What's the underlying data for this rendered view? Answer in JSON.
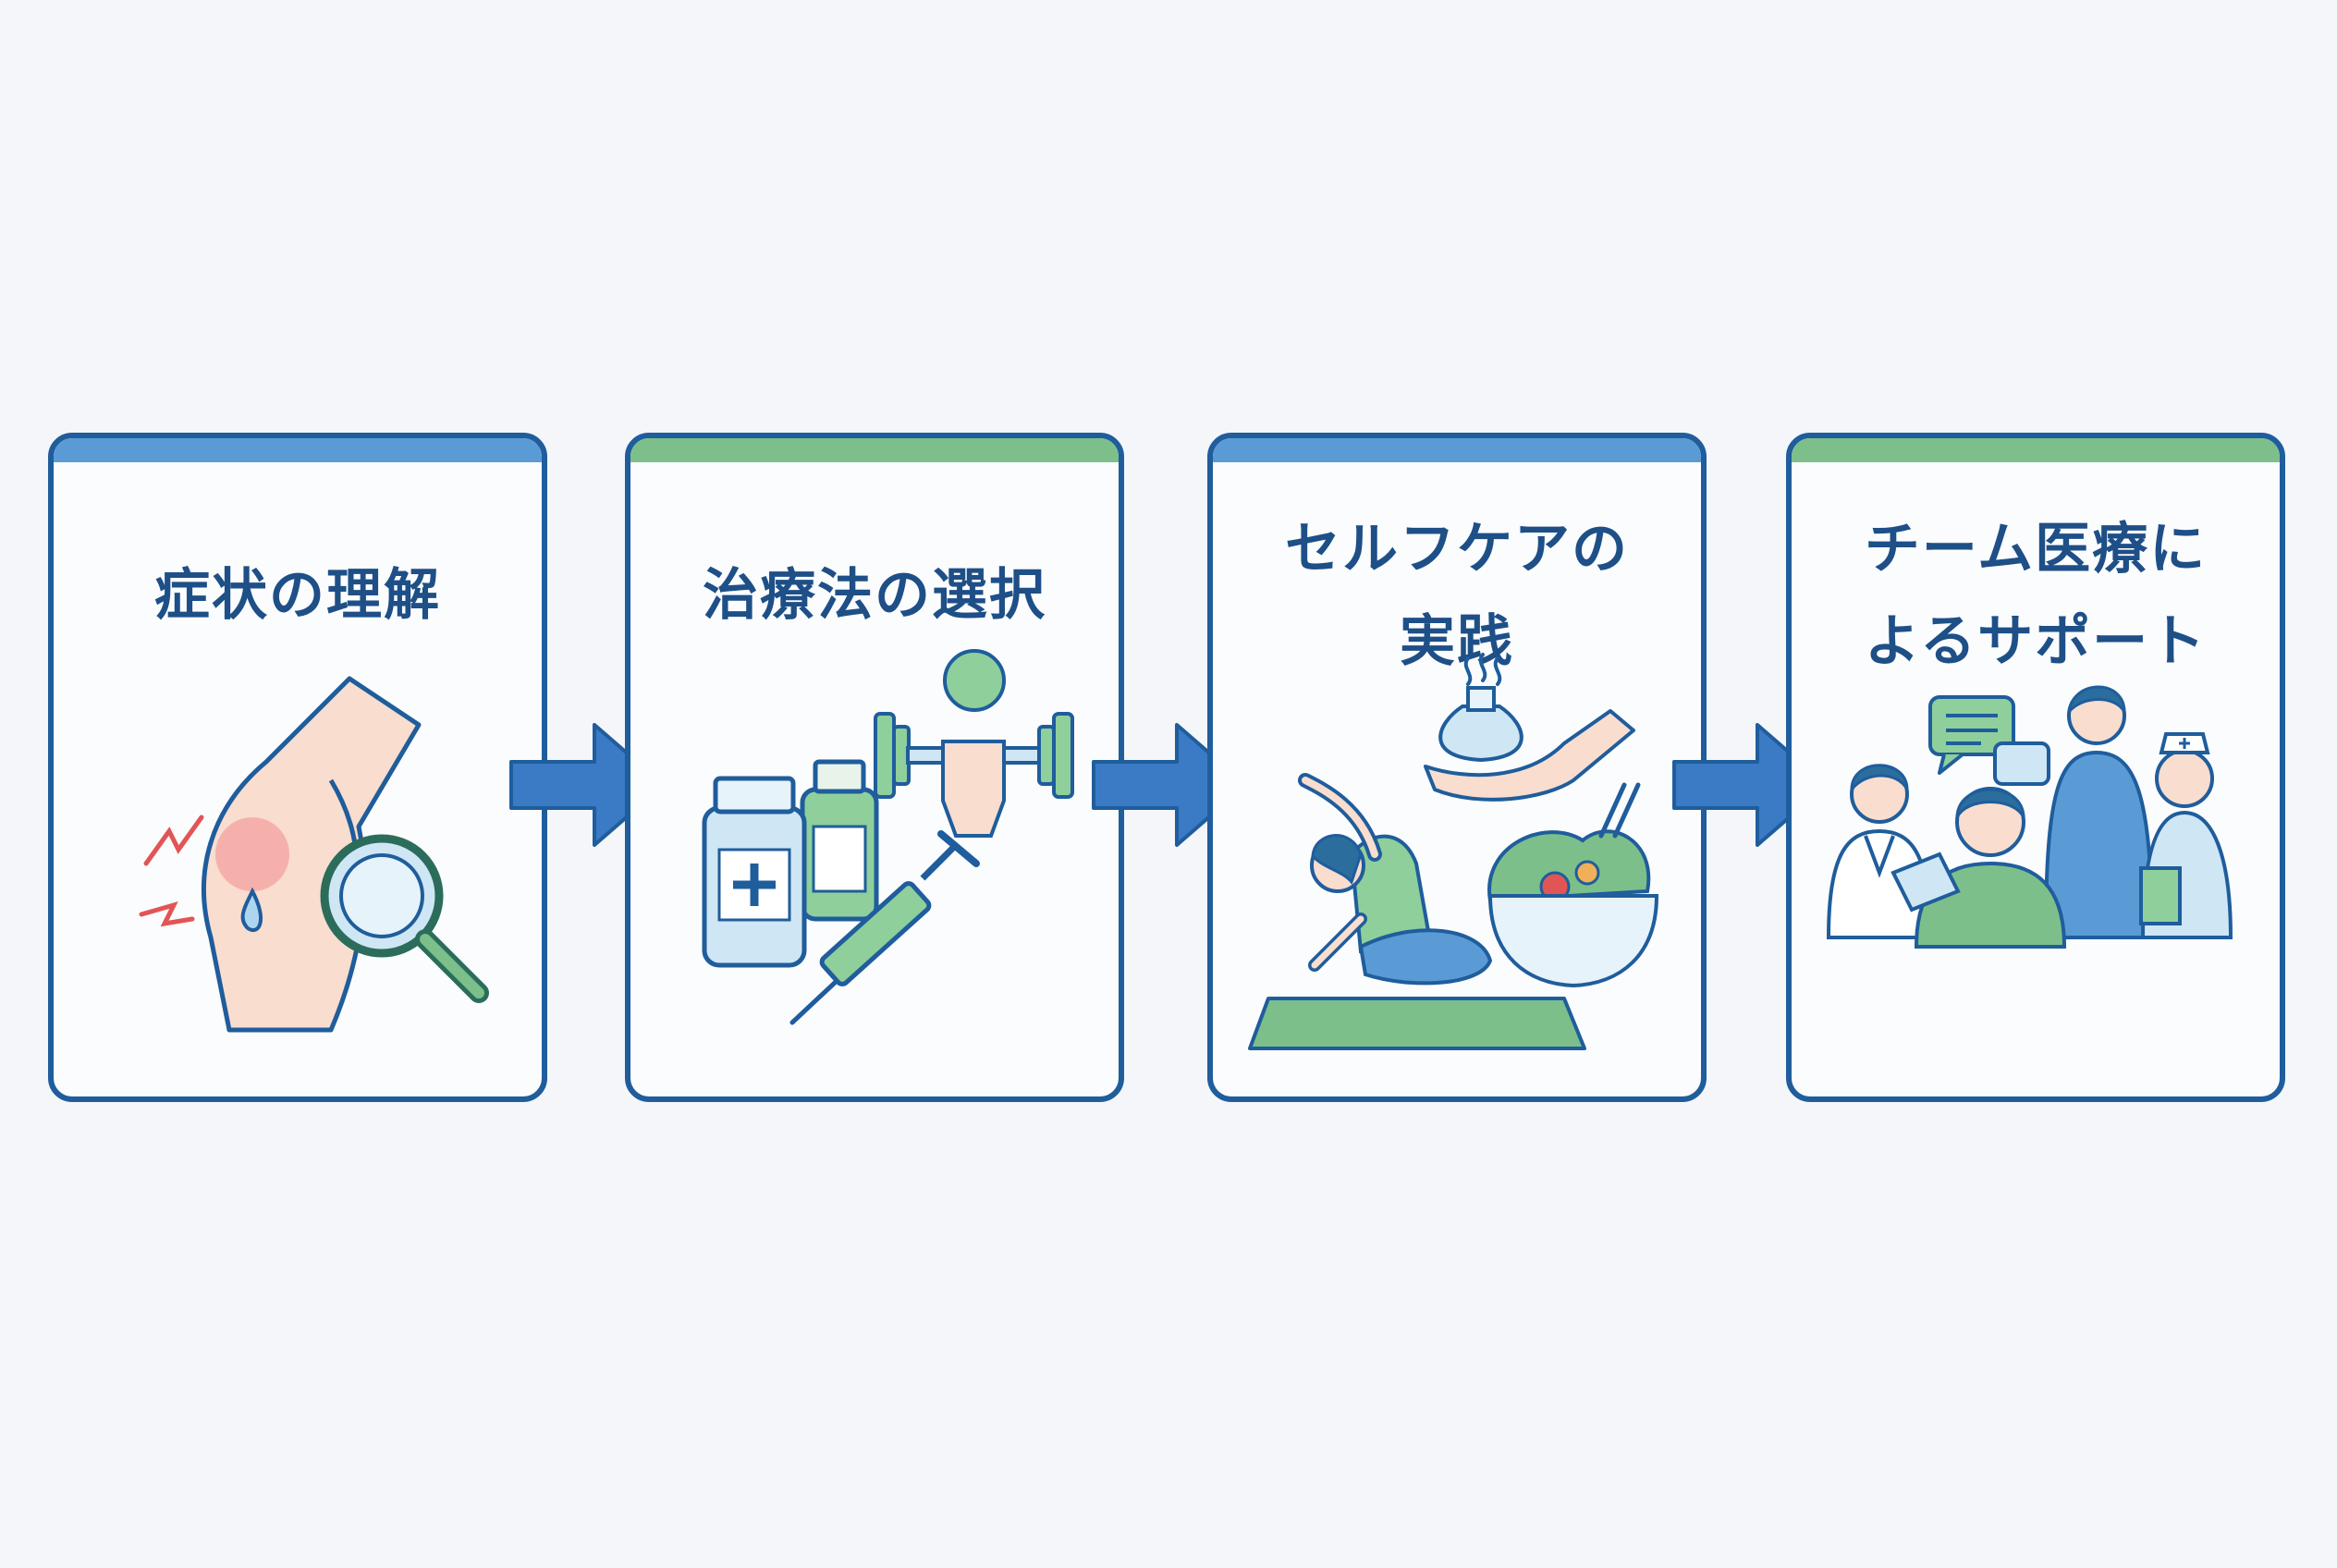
{
  "steps": [
    {
      "title": "症状の理解",
      "band_color": "#5b9bd5",
      "icons": [
        "knee-pain-icon",
        "magnifier-icon"
      ]
    },
    {
      "title": "治療法の選択",
      "band_color": "#7dbf8a",
      "icons": [
        "medicine-bottle-icon",
        "dumbbell-icon",
        "syringe-icon"
      ]
    },
    {
      "title": "セルフケアの\n実践",
      "band_color": "#5b9bd5",
      "icons": [
        "hot-compress-icon",
        "yoga-icon",
        "salad-bowl-icon"
      ]
    },
    {
      "title": "チーム医療に\nよるサポート",
      "band_color": "#7dbf8a",
      "icons": [
        "care-team-icon",
        "chat-bubbles-icon"
      ]
    }
  ],
  "colors": {
    "border": "#1f5d9c",
    "title": "#1e4f87",
    "arrow": "#3b7ac4",
    "background": "#f4f6fa"
  }
}
